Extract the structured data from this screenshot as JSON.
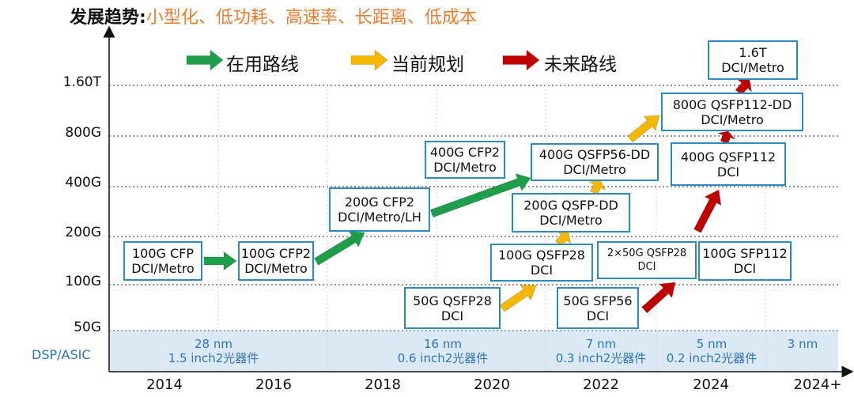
{
  "title": {
    "key": "发展趋势:",
    "value": "小型化、低功耗、高速率、长距离、低成本"
  },
  "legend": [
    {
      "label": "在用路线",
      "color": "#1e9e4a"
    },
    {
      "label": "当前规划",
      "color": "#f5b800"
    },
    {
      "label": "未来路线",
      "color": "#c00000"
    }
  ],
  "y_labels": [
    "1.60T",
    "800G",
    "400G",
    "200G",
    "100G",
    "50G"
  ],
  "x_labels": [
    "2014",
    "2016",
    "2018",
    "2020",
    "2022",
    "2024",
    "2024+"
  ],
  "dsp_label": "DSP/ASIC",
  "tech_nodes": [
    {
      "node": "28 nm",
      "size": "1.5 inch2光器件"
    },
    {
      "node": "16 nm",
      "size": "0.6 inch2光器件"
    },
    {
      "node": "7 nm",
      "size": "0.3 inch2光器件"
    },
    {
      "node": "5 nm",
      "size": "0.2 inch2光器件"
    },
    {
      "node": "3 nm",
      "size": ""
    }
  ],
  "modules": {
    "m100g_cfp": [
      "100G CFP",
      "DCI/Metro"
    ],
    "m100g_cfp2": [
      "100G CFP2",
      "DCI/Metro"
    ],
    "m200g_cfp2": [
      "200G CFP2",
      "DCI/Metro/LH"
    ],
    "m400g_cfp2": [
      "400G CFP2",
      "DCI/Metro"
    ],
    "m400g_qsfp56dd": [
      "400G QSFP56-DD",
      "DCI/Metro"
    ],
    "m200g_qsfpdd": [
      "200G QSFP-DD",
      "DCI/Metro"
    ],
    "m100g_qsfp28": [
      "100G QSFP28",
      "DCI"
    ],
    "m50g_qsfp28": [
      "50G QSFP28",
      "DCI"
    ],
    "m50g_sfp56": [
      "50G SFP56",
      "DCI"
    ],
    "m2x50g_qsfp28": [
      "2×50G QSFP28",
      "DCI"
    ],
    "m100g_sfp112": [
      "100G SFP112",
      "DCI"
    ],
    "m400g_qsfp112": [
      "400G QSFP112",
      "DCI"
    ],
    "m800g_qsfp112dd": [
      "800G QSFP112-DD",
      "DCI/Metro"
    ],
    "m1_6t": [
      "1.6T",
      "DCI/Metro"
    ]
  }
}
